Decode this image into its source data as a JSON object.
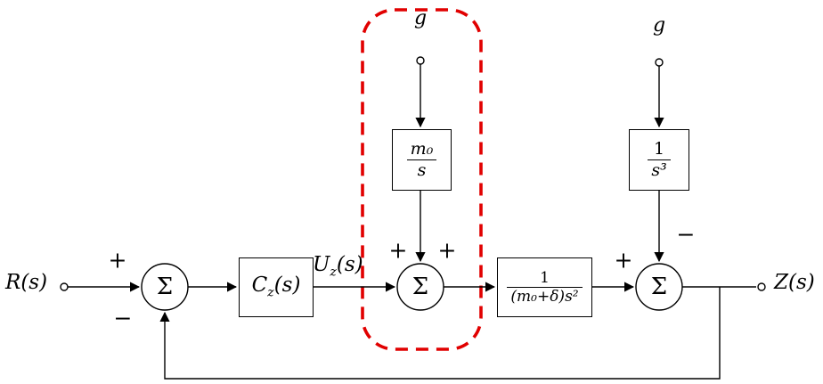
{
  "signals": {
    "input": {
      "base": "R",
      "args": "(s)"
    },
    "control": {
      "base": "U",
      "sub": "z",
      "args": "(s)"
    },
    "output": {
      "base": "Z",
      "args": "(s)"
    },
    "gravity_top": "g",
    "gravity_right": "g"
  },
  "summers": {
    "sum1": "Σ",
    "sum2": "Σ",
    "sum3": "Σ"
  },
  "signs": {
    "sum1_plus": "+",
    "sum1_minus": "−",
    "sum2_plus_left": "+",
    "sum2_plus_right": "+",
    "sum3_plus": "+",
    "sum3_minus": "−"
  },
  "blocks": {
    "controller": {
      "base": "C",
      "sub": "z",
      "args": "(s)"
    },
    "mass": {
      "num": "m₀",
      "den": "s"
    },
    "plant": {
      "num": "1",
      "den": "(m₀+δ)s²"
    },
    "integrator": {
      "num": "1",
      "den": "s³"
    }
  },
  "colors": {
    "highlight": "#e10000",
    "stroke": "#000000"
  }
}
